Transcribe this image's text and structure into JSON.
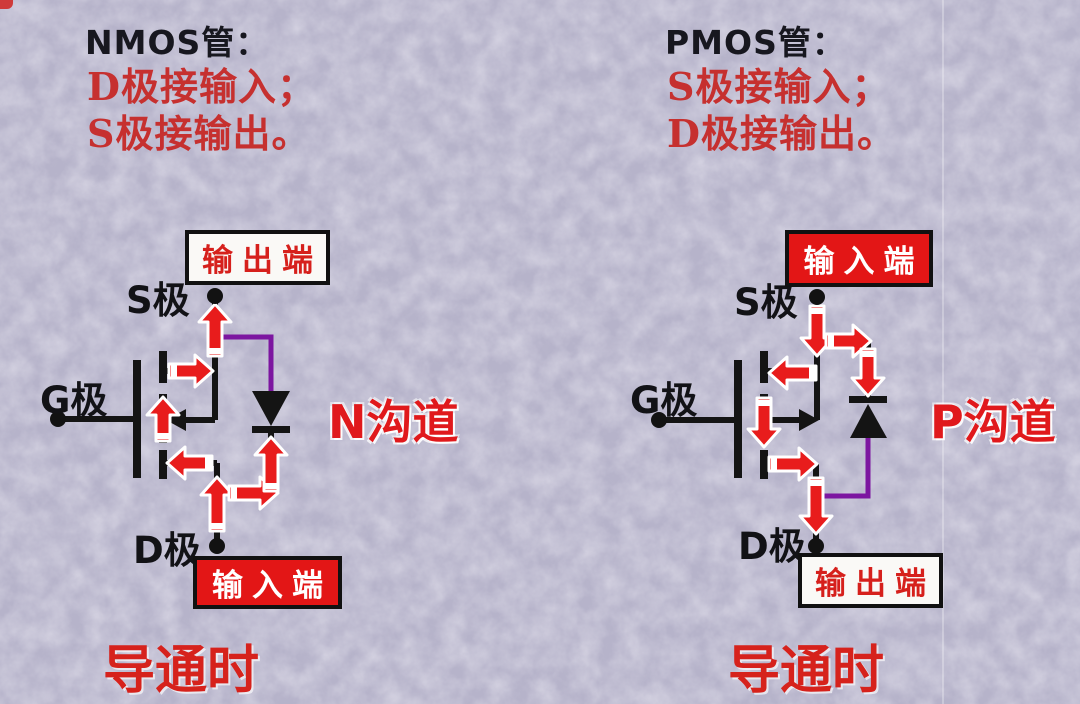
{
  "left": {
    "title": "NMOS管：",
    "rules": [
      "D极接输入；",
      "S极接输出。"
    ],
    "s_label": "S极",
    "g_label": "G极",
    "d_label": "D极",
    "box_top": "输出端",
    "box_bottom": "输入端",
    "channel": "N沟道",
    "state": "导通时"
  },
  "right": {
    "title": "PMOS管：",
    "rules": [
      "S极接输入；",
      "D极接输出。"
    ],
    "s_label": "S极",
    "g_label": "G极",
    "d_label": "D极",
    "box_top": "输入端",
    "box_bottom": "输出端",
    "channel": "P沟道",
    "state": "导通时"
  },
  "colors": {
    "background": "#b6b3ca",
    "header_red": "#c6302f",
    "accent_red": "#e31616",
    "arrow_red": "#e81c1c",
    "wire_black": "#141414",
    "body_diode_purple": "#7c16a0"
  }
}
